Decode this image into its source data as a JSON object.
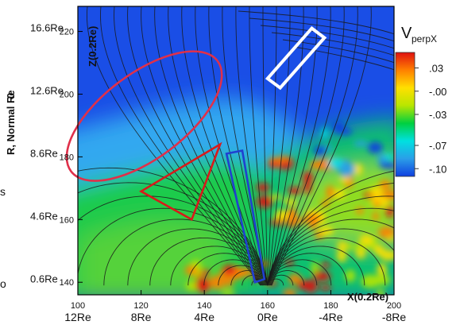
{
  "chart_data": {
    "type": "heatmap",
    "title": "",
    "xlabel": "X(0.2Re)",
    "ylabel": "Z(0.2Re)",
    "left_label": "R, Normal Re",
    "left_label_fragment": "0",
    "left_edge_fragments": [
      "s",
      "o"
    ],
    "colorbar": {
      "label_main": "V",
      "label_sub": "perpX",
      "ticks": [
        ".03",
        "-.00",
        "-.03",
        "-.07",
        "-.10"
      ],
      "tick_values": [
        0.03,
        0.0,
        -0.03,
        -0.07,
        -0.1
      ],
      "range": [
        -0.11,
        0.05
      ],
      "colors": [
        "#1040e0",
        "#2a9ee8",
        "#00e0e0",
        "#00d040",
        "#b8e600",
        "#ffe000",
        "#ff8000",
        "#e01010"
      ]
    },
    "xlim": [
      100,
      200
    ],
    "ylim": [
      136,
      228
    ],
    "x_ticks": [
      100,
      120,
      140,
      160,
      180,
      200
    ],
    "y_ticks": [
      140,
      160,
      180,
      200,
      220
    ],
    "x_re_labels": [
      {
        "x": 100,
        "text": "12Re"
      },
      {
        "x": 120,
        "text": "8Re"
      },
      {
        "x": 140,
        "text": "4Re"
      },
      {
        "x": 160,
        "text": "0Re"
      },
      {
        "x": 180,
        "text": "-4Re"
      },
      {
        "x": 200,
        "text": "-8Re"
      }
    ],
    "y_re_labels": [
      {
        "y": 221,
        "text": "16.6Re"
      },
      {
        "y": 201,
        "text": "12.6Re"
      },
      {
        "y": 181,
        "text": "8.6Re"
      },
      {
        "y": 161,
        "text": "4.6Re"
      },
      {
        "y": 141,
        "text": "0.6Re"
      }
    ],
    "field_origin": [
      160,
      139
    ],
    "annotations": [
      {
        "shape": "ellipse",
        "color": "#e0304a",
        "cx": 121,
        "cy": 193,
        "rx": 29,
        "ry": 13.5,
        "rotation_deg": -37
      },
      {
        "shape": "polygon",
        "color": "#d81a1a",
        "points": [
          [
            145,
            184
          ],
          [
            120,
            169
          ],
          [
            136,
            160
          ]
        ]
      },
      {
        "shape": "polygon",
        "color": "#2040d0",
        "points": [
          [
            147,
            181
          ],
          [
            152,
            182
          ],
          [
            159,
            141
          ],
          [
            156,
            140
          ]
        ]
      },
      {
        "shape": "polygon",
        "color": "#ffffff",
        "points": [
          [
            164,
            202
          ],
          [
            178,
            218
          ],
          [
            174,
            221
          ],
          [
            160,
            205
          ]
        ]
      }
    ],
    "grid": false,
    "legend": "colorbar-right"
  }
}
